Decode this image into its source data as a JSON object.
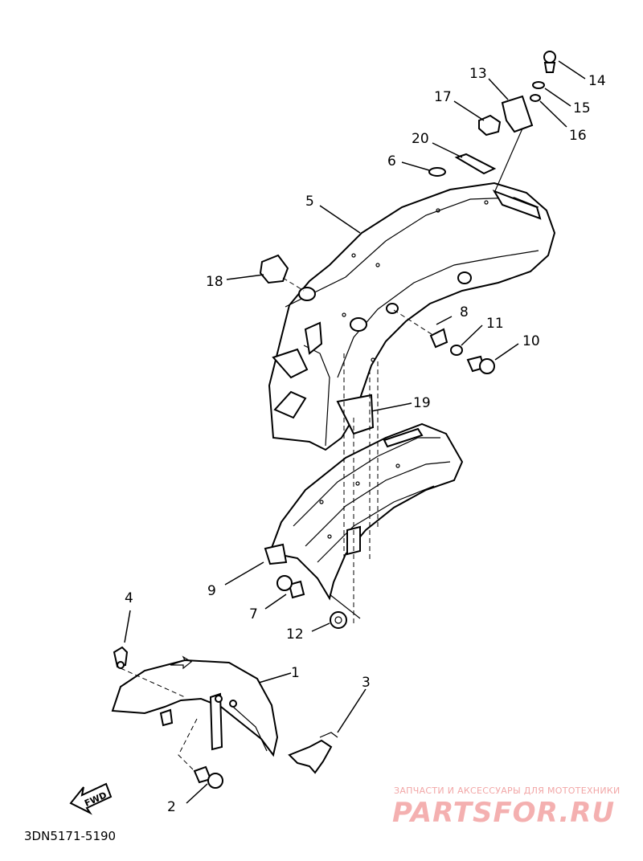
{
  "diagram": {
    "code": "3DN5171-5190",
    "fwd_label": "FWD",
    "callouts": [
      "1",
      "2",
      "3",
      "4",
      "5",
      "6",
      "7",
      "8",
      "9",
      "10",
      "11",
      "12",
      "13",
      "14",
      "15",
      "16",
      "17",
      "18",
      "19",
      "20"
    ]
  },
  "watermark": {
    "caption": "ЗАПЧАСТИ И АКСЕССУАРЫ ДЛЯ МОТОТЕХНИКИ",
    "logo": "PARTSFOR.RU"
  }
}
